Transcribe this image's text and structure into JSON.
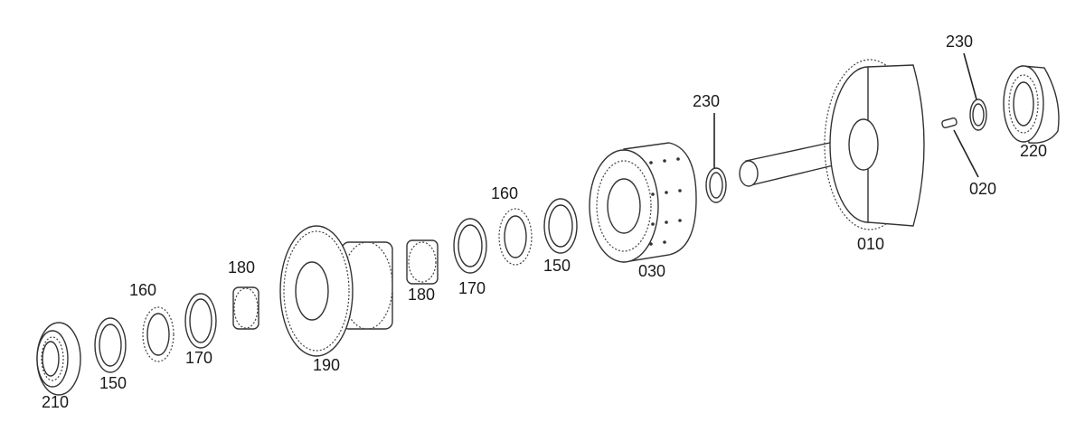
{
  "labels": {
    "p210": "210",
    "p150a": "150",
    "p160a": "160",
    "p170a": "170",
    "p180a": "180",
    "p190": "190",
    "p180b": "180",
    "p170b": "170",
    "p160b": "160",
    "p150b": "150",
    "p030": "030",
    "p230a": "230",
    "p010": "010",
    "p020": "020",
    "p230b": "230",
    "p220": "220"
  }
}
